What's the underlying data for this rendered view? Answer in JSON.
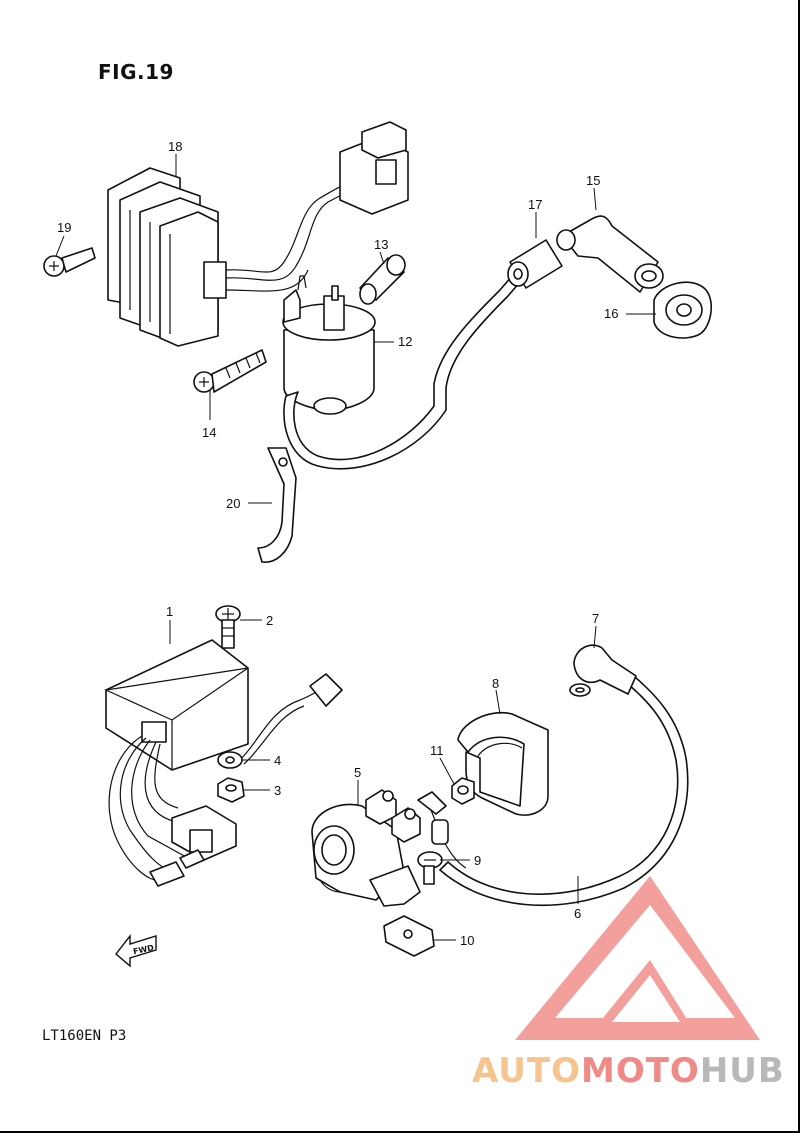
{
  "figure": {
    "title": "FIG.19",
    "model_code": "LT160EN  P3"
  },
  "callouts": [
    "1",
    "2",
    "3",
    "4",
    "5",
    "6",
    "7",
    "8",
    "9",
    "10",
    "11",
    "12",
    "13",
    "14",
    "15",
    "16",
    "17",
    "18",
    "19",
    "20"
  ],
  "fwd_label": "FWD",
  "watermark": {
    "part1": "AUTO",
    "part2": "MOTO",
    "part3": "HUB",
    "color1": "#f6c58f",
    "color2": "#f08a86",
    "color3": "#b8b8b8",
    "logo_color": "#ef7f7b"
  }
}
